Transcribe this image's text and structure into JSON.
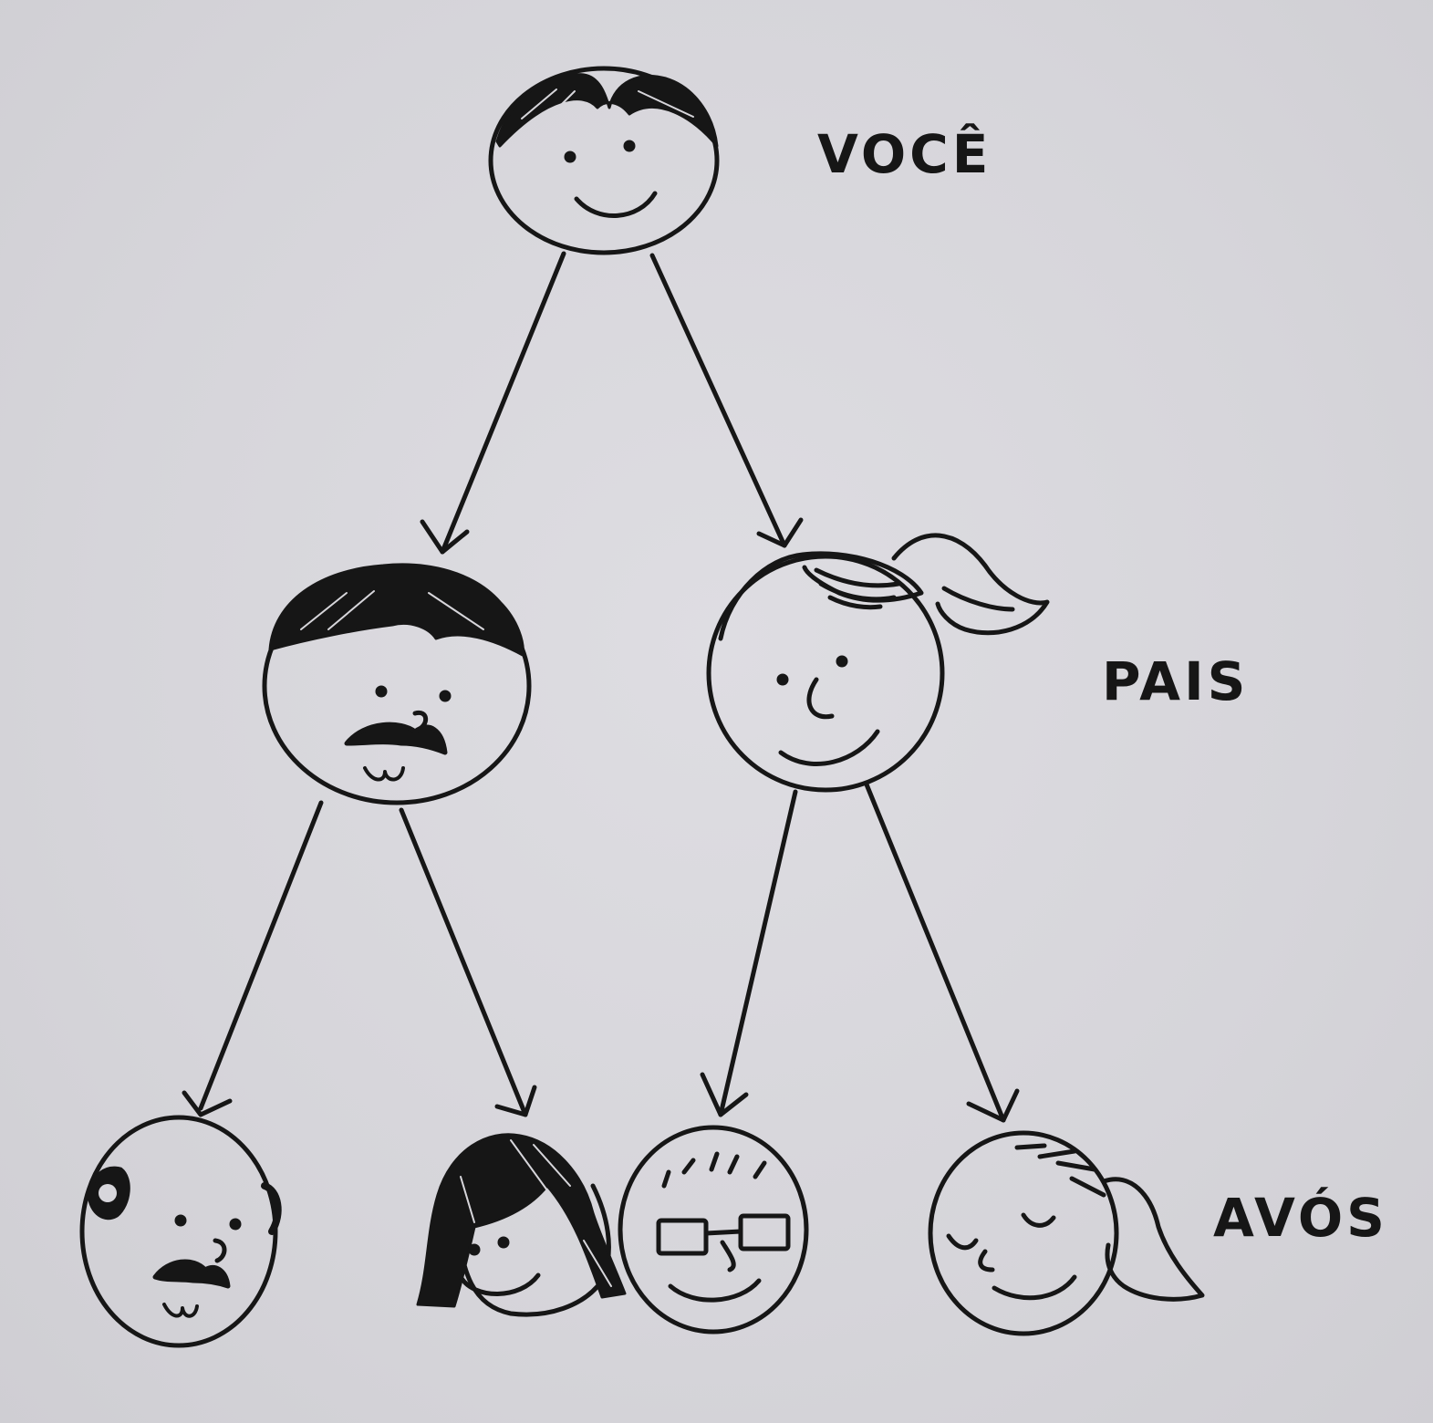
{
  "labels": {
    "you": "VOCÊ",
    "parents": "PAIS",
    "grandparents": "AVÓS"
  },
  "colors": {
    "ink": "#161616",
    "paper": "#d7d6db"
  }
}
